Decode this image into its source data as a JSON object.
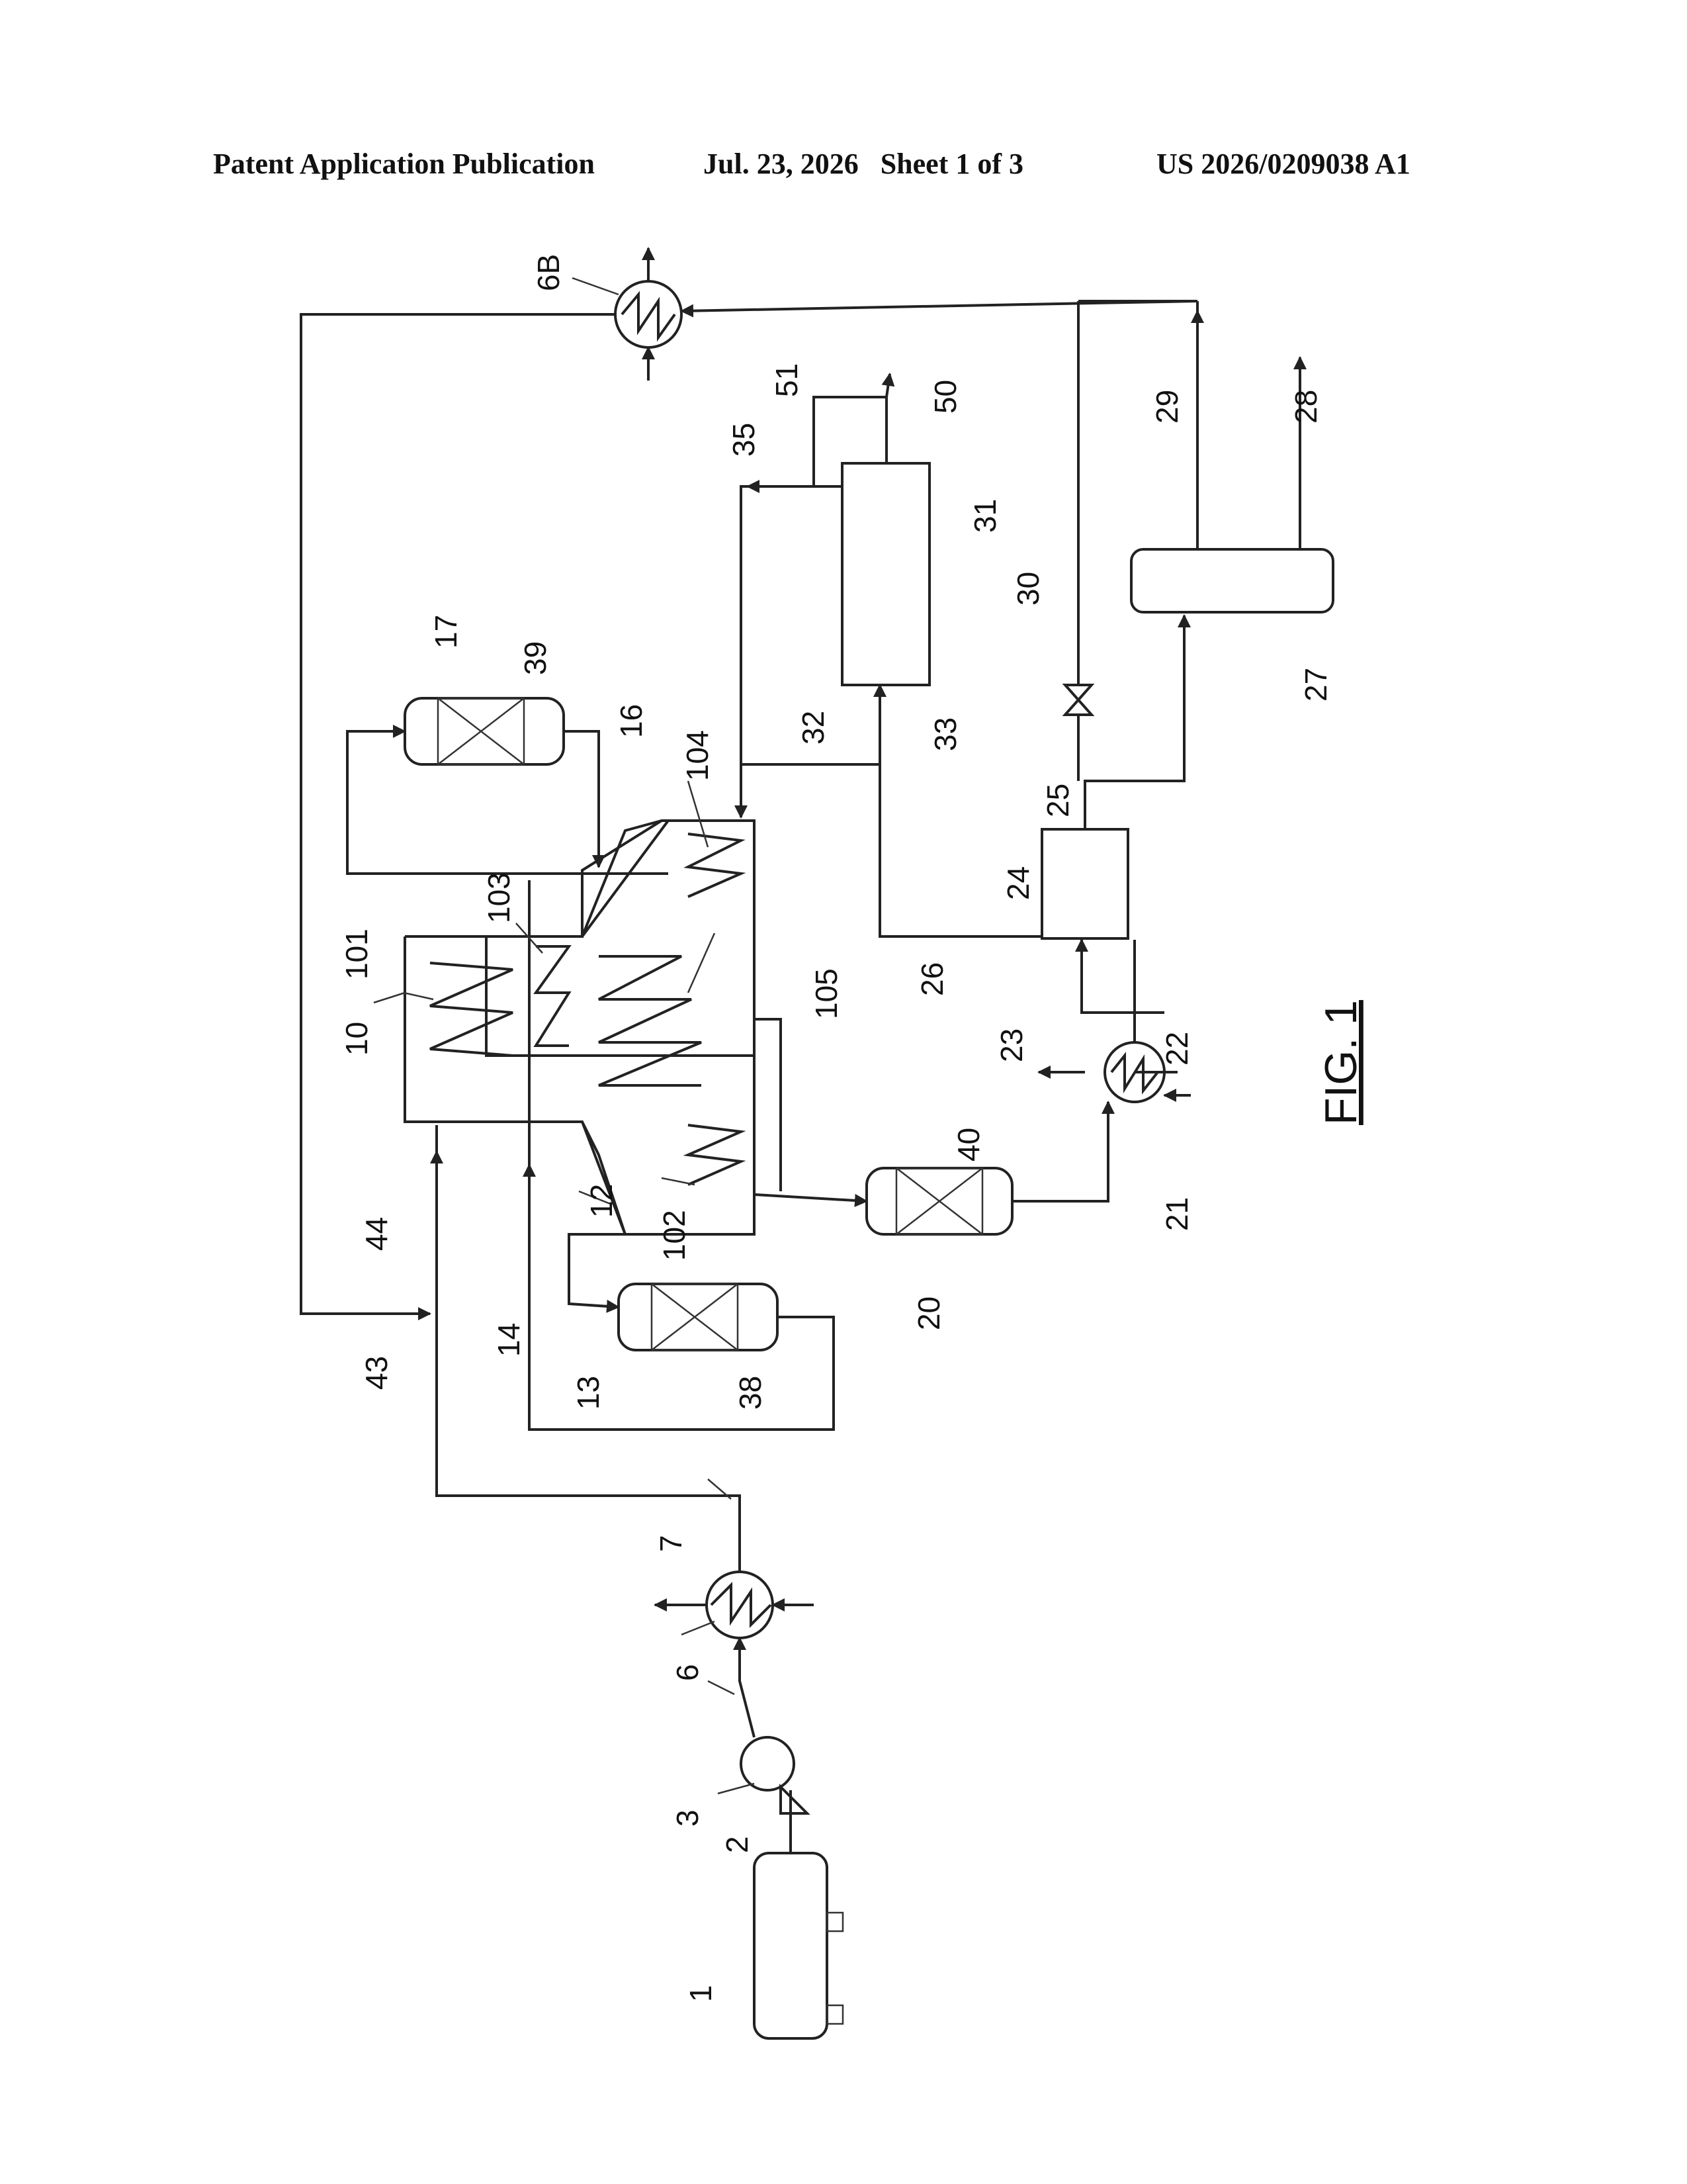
{
  "header": {
    "publication": "Patent Application Publication",
    "date_sheet": "Jul. 23, 2026   Sheet 1 of 3",
    "number": "US 2026/0209038 A1"
  },
  "figure": {
    "caption": "FIG. 1",
    "labels": {
      "l1": "1",
      "l2": "2",
      "l3": "3",
      "l6": "6",
      "l7": "7",
      "l6B": "6B",
      "l10": "10",
      "l12": "12",
      "l13": "13",
      "l14": "14",
      "l16": "16",
      "l17": "17",
      "l20": "20",
      "l21": "21",
      "l22": "22",
      "l23": "23",
      "l24": "24",
      "l25": "25",
      "l26": "26",
      "l27": "27",
      "l28": "28",
      "l29": "29",
      "l30": "30",
      "l31": "31",
      "l32": "32",
      "l33": "33",
      "l35": "35",
      "l38": "38",
      "l39": "39",
      "l40": "40",
      "l43": "43",
      "l44": "44",
      "l50": "50",
      "l51": "51",
      "l101": "101",
      "l102": "102",
      "l103": "103",
      "l104": "104",
      "l105": "105"
    }
  }
}
